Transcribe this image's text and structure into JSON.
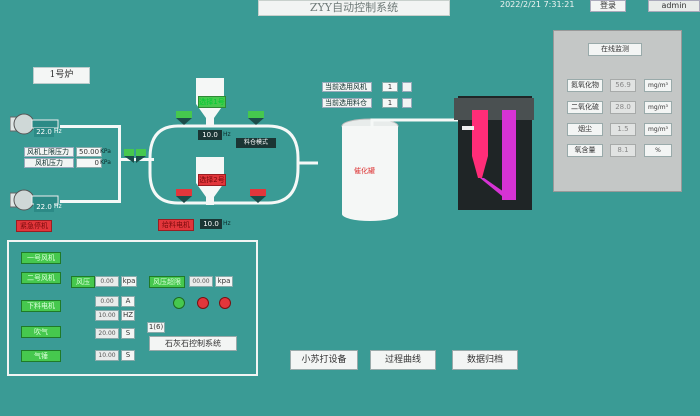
{
  "header": {
    "title": "ZYY自动控制系统",
    "datetime": "2022/2/21 7:31:21",
    "login_label": "登录",
    "user": "admin"
  },
  "furnace": {
    "label": "1号炉",
    "blower1_value": "22.0",
    "blower1_unit": "Hz",
    "blower2_value": "22.0",
    "blower2_unit": "Hz",
    "outlet_pressure_label": "风机上限压力",
    "outlet_pressure_value": "50.00",
    "outlet_pressure_unit": "KPa",
    "air_pressure_label": "风机压力",
    "air_pressure_value": "0",
    "air_pressure_unit": "KPa",
    "emergency_stop_label": "紧急停机"
  },
  "feeders": {
    "feeder1_label": "选择1号",
    "feeder2_label": "选择2号",
    "feed_value": "10.0",
    "feed_unit": "Hz",
    "mode_label": "料仓模式",
    "feeder_motor_label": "给料电机",
    "motor_value": "10.0",
    "motor_unit": "Hz"
  },
  "selection": {
    "current_fan_label": "当前选用风机",
    "current_fan_value": "1",
    "current_bin_label": "当前选用料仓",
    "current_bin_value": "1",
    "reactor_label": "催化罐"
  },
  "online_monitor": {
    "title": "在线监测",
    "rows": [
      {
        "label": "氮氧化物",
        "value": "56.9",
        "unit": "mg/m³"
      },
      {
        "label": "二氧化硫",
        "value": "28.0",
        "unit": "mg/m³"
      },
      {
        "label": "烟尘",
        "value": "1.5",
        "unit": "mg/m³"
      },
      {
        "label": "氧含量",
        "value": "8.1",
        "unit": "%"
      }
    ]
  },
  "control_panel": {
    "fan1_label": "一号风机",
    "fan2_label": "二号风机",
    "feed_motor_label": "下料电机",
    "blow_label": "吹气",
    "gas_label": "气锤",
    "pressure_label": "风压",
    "pressure_value": "0.00",
    "pressure_unit": "kpa",
    "pressure_limit_label": "风压超限",
    "pressure_limit_value": "00.00",
    "pressure_limit_unit": "kpa",
    "current_value": "0.00",
    "current_unit": "A",
    "freq_value": "10.00",
    "freq_unit": "HZ",
    "blow_value": "20.00",
    "blow_unit": "S",
    "gas_value": "10.00",
    "gas_unit": "S",
    "interval_value": "1(6)",
    "system_label": "石灰石控制系统"
  },
  "bottom_nav": {
    "soda_label": "小苏打设备",
    "curve_label": "过程曲线",
    "archive_label": "数据归档"
  },
  "colors": {
    "background": "#3a9b95",
    "green": "#46c84e",
    "red": "#e2363b",
    "furnace_pink": "#ff2d78",
    "furnace_magenta": "#d633d4"
  }
}
